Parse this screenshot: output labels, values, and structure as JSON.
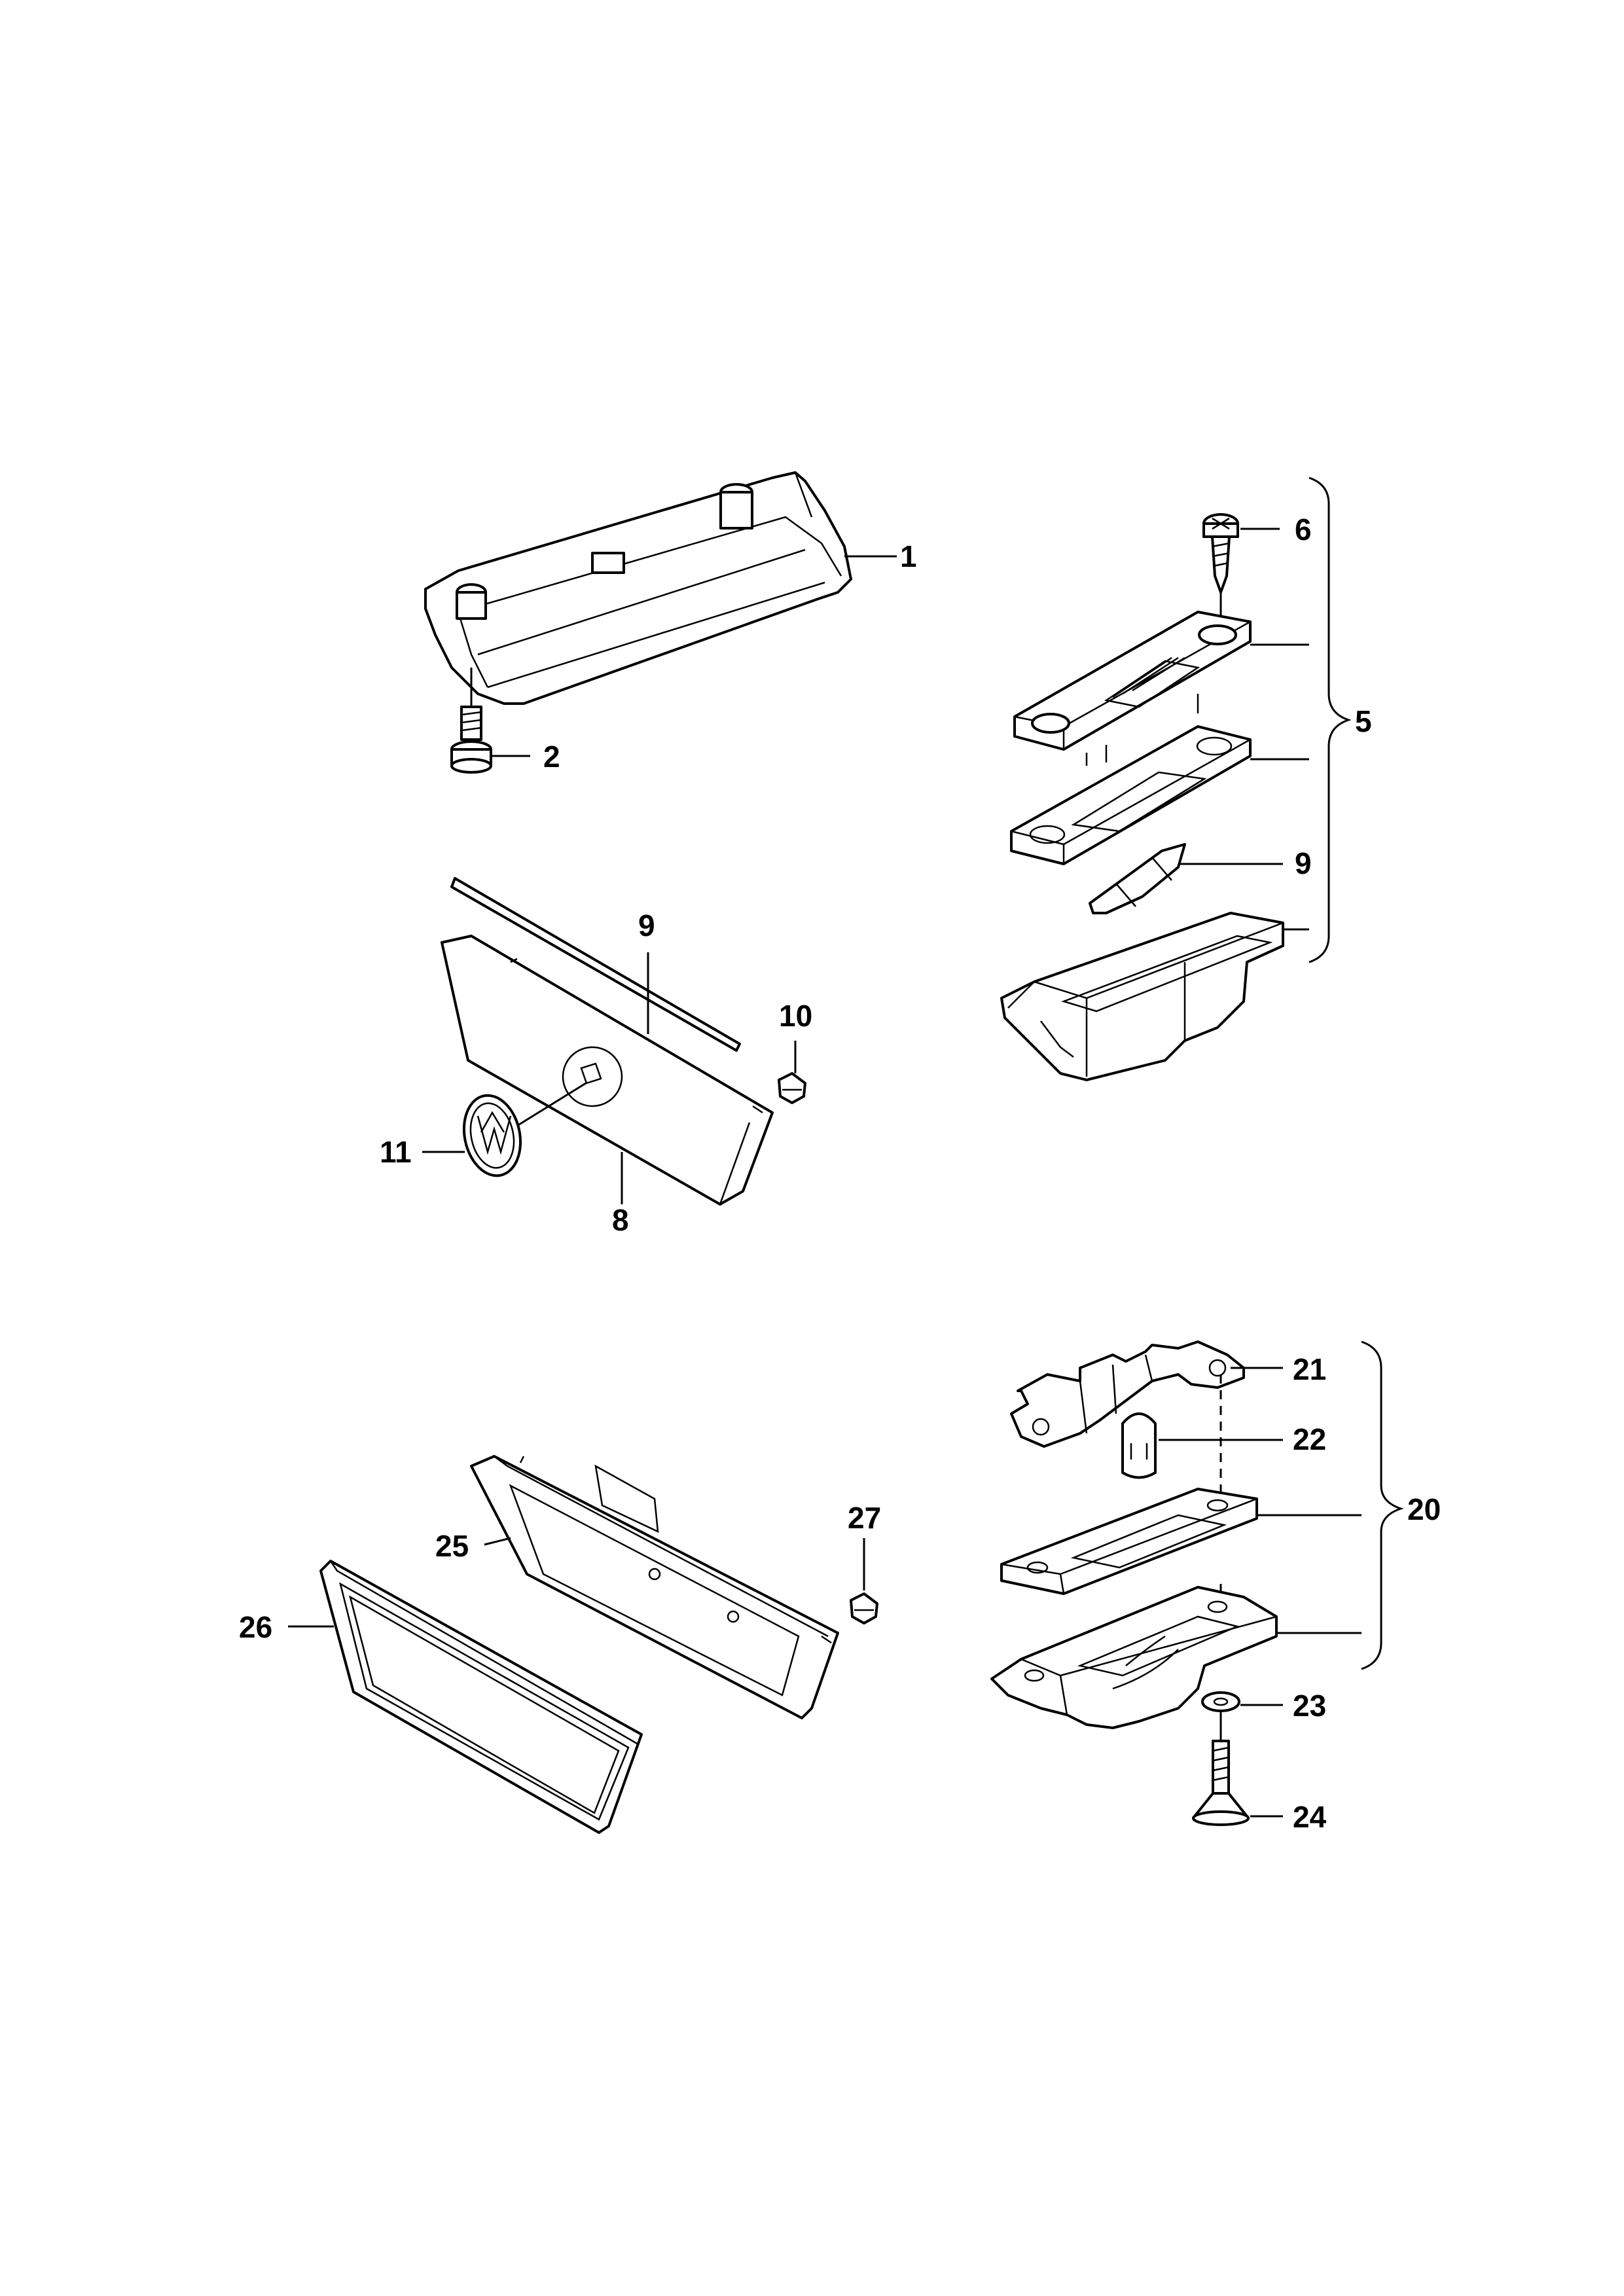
{
  "diagram": {
    "callouts": [
      {
        "id": "c1",
        "label": "1"
      },
      {
        "id": "c2",
        "label": "2"
      },
      {
        "id": "c5",
        "label": "5"
      },
      {
        "id": "c6",
        "label": "6"
      },
      {
        "id": "c9a",
        "label": "9"
      },
      {
        "id": "c9b",
        "label": "9"
      },
      {
        "id": "c10",
        "label": "10"
      },
      {
        "id": "c11",
        "label": "11"
      },
      {
        "id": "c8",
        "label": "8"
      },
      {
        "id": "c21",
        "label": "21"
      },
      {
        "id": "c22",
        "label": "22"
      },
      {
        "id": "c20",
        "label": "20"
      },
      {
        "id": "c23",
        "label": "23"
      },
      {
        "id": "c24",
        "label": "24"
      },
      {
        "id": "c25",
        "label": "25"
      },
      {
        "id": "c26",
        "label": "26"
      },
      {
        "id": "c27",
        "label": "27"
      }
    ]
  }
}
